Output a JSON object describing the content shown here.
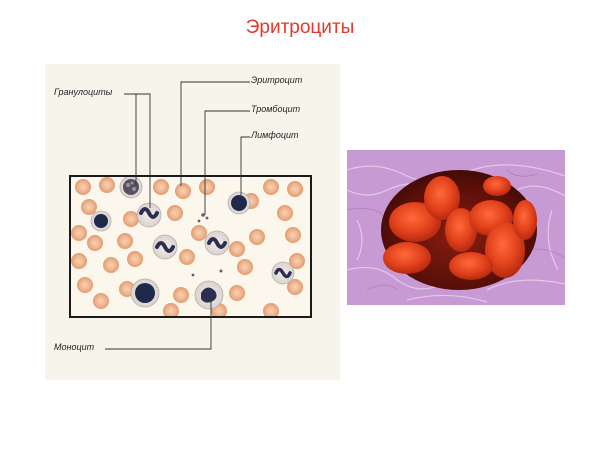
{
  "title": "Эритроциты",
  "labels": {
    "granulocytes": "Гранулоциты",
    "erythrocyte": "Эритроцит",
    "thrombocyte": "Тромбоцит",
    "lymphocyte": "Лимфоцит",
    "monocyte": "Моноцит"
  },
  "colors": {
    "title": "#e03a2c",
    "erythrocyte": "#e9a77f",
    "nucleus": "#1f2a4a",
    "photo_rbc": "#e2421c",
    "photo_tissue": "#c89ad3"
  }
}
